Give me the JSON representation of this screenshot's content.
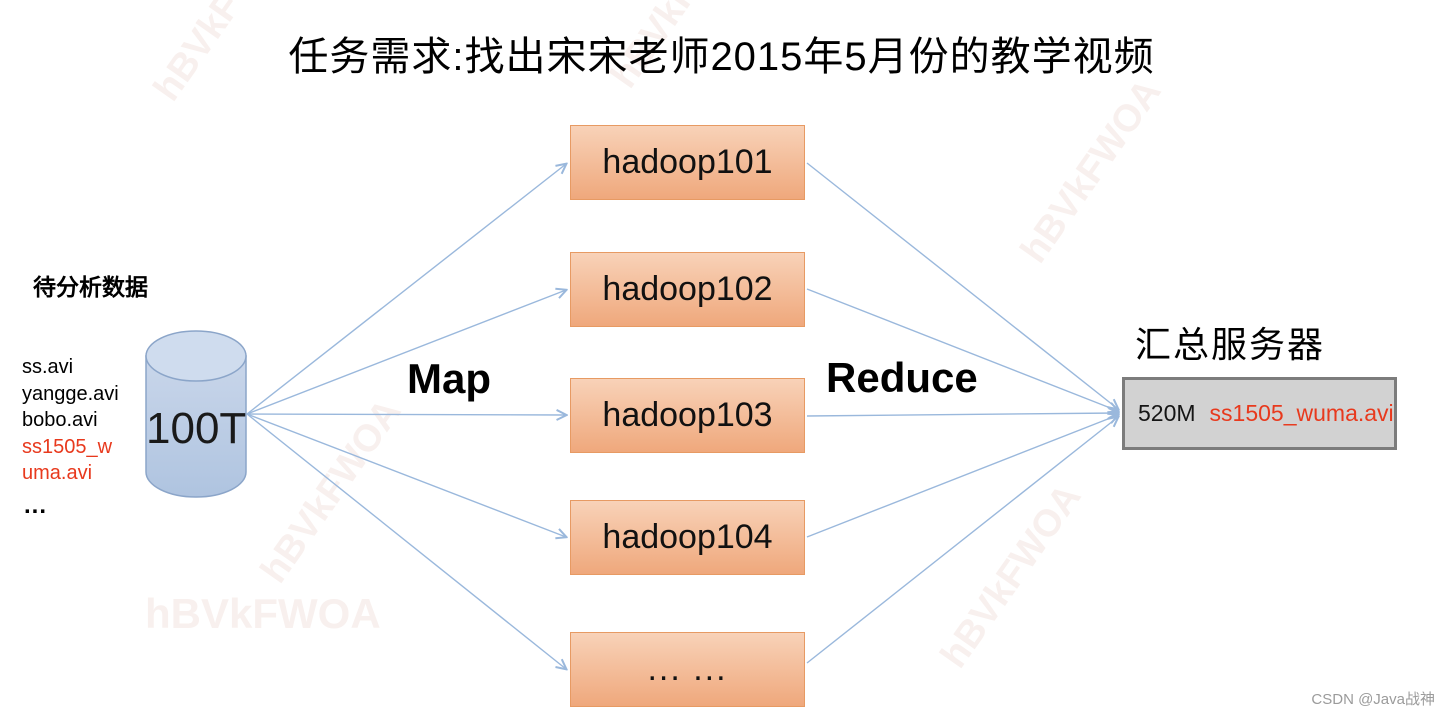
{
  "title": "任务需求:找出宋宋老师2015年5月份的教学视频",
  "source": {
    "label": "待分析数据",
    "files": [
      {
        "name": "ss.avi",
        "highlight": false
      },
      {
        "name": "yangge.avi",
        "highlight": false
      },
      {
        "name": "bobo.avi",
        "highlight": false
      },
      {
        "name": "ss1505_w",
        "highlight": true
      },
      {
        "name": "uma.avi",
        "highlight": true
      }
    ],
    "more": "...",
    "cylinder_label": "100T"
  },
  "flow": {
    "map_label": "Map",
    "reduce_label": "Reduce"
  },
  "nodes": [
    "hadoop101",
    "hadoop102",
    "hadoop103",
    "hadoop104",
    "... ..."
  ],
  "result": {
    "heading": "汇总服务器",
    "size": "520M",
    "file": "ss1505_wuma.avi"
  },
  "watermarks": {
    "corner": "CSDN @Java战神",
    "faint": "hBVkFWOA"
  },
  "colors": {
    "accent_blue": "#9ab8dc",
    "cylinder_fill_light": "#c9d6ea",
    "cylinder_fill_dark": "#afc4e0",
    "cylinder_border": "#8ba5c9",
    "node_fill_top": "#f8d2b8",
    "node_fill_bottom": "#efa87c",
    "node_border": "#e79a63",
    "result_fill": "#d2d2d2",
    "result_border": "#7c7c7c",
    "highlight_red": "#e8391d",
    "watermark_gray": "#9b9b9b"
  }
}
